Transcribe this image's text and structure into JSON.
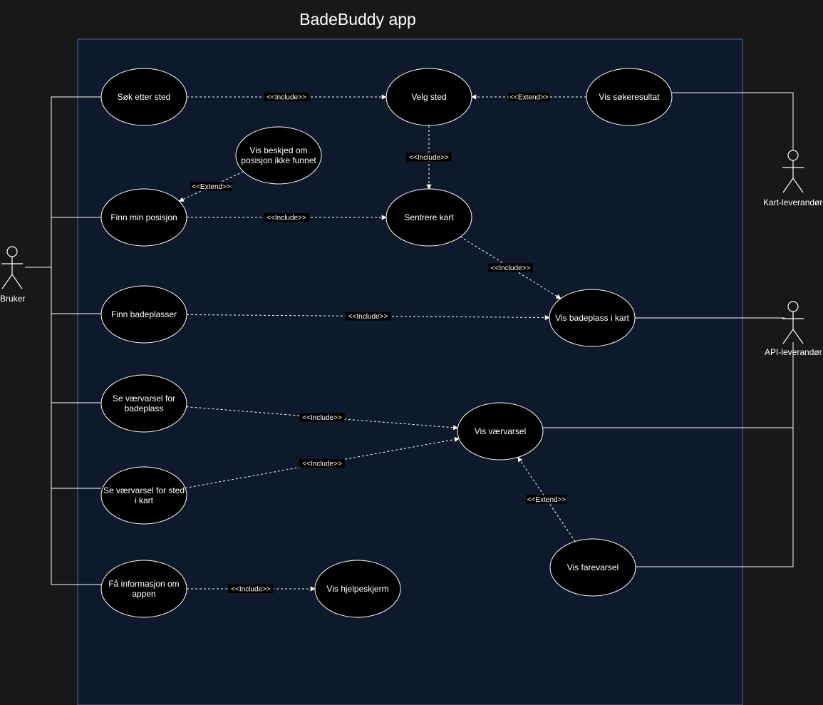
{
  "title": "BadeBuddy app",
  "colors": {
    "background": "#181818",
    "system_boundary_fill": "#0e1a2b",
    "system_boundary_stroke": "#4a6ea0",
    "use_case_fill": "#000000",
    "line": "#ffffff"
  },
  "actors": [
    {
      "id": "bruker",
      "label": "Bruker"
    },
    {
      "id": "kart",
      "label": "Kart-leverandør"
    },
    {
      "id": "api",
      "label": "API-leverandør"
    }
  ],
  "use_cases": [
    {
      "id": "sok",
      "lines": [
        "Søk etter sted"
      ]
    },
    {
      "id": "velg",
      "lines": [
        "Velg sted"
      ]
    },
    {
      "id": "vissok",
      "lines": [
        "Vis søkeresultat"
      ]
    },
    {
      "id": "beskjed",
      "lines": [
        "Vis beskjed om",
        "posisjon ikke funnet"
      ]
    },
    {
      "id": "finnpos",
      "lines": [
        "Finn min posisjon"
      ]
    },
    {
      "id": "sentrere",
      "lines": [
        "Sentrere kart"
      ]
    },
    {
      "id": "finnbade",
      "lines": [
        "Finn badeplasser"
      ]
    },
    {
      "id": "visbade",
      "lines": [
        "Vis badeplass i kart"
      ]
    },
    {
      "id": "sevaer",
      "lines": [
        "Se værvarsel for",
        "badeplass"
      ]
    },
    {
      "id": "visvaer",
      "lines": [
        "Vis værvarsel"
      ]
    },
    {
      "id": "sevaersted",
      "lines": [
        "Se værvarsel for sted",
        "i kart"
      ]
    },
    {
      "id": "visfare",
      "lines": [
        "Vis farevarsel"
      ]
    },
    {
      "id": "info",
      "lines": [
        "Få informasjon om",
        "appen"
      ]
    },
    {
      "id": "hjelp",
      "lines": [
        "Vis hjelpeskjerm"
      ]
    }
  ],
  "relations": [
    {
      "from": "sok",
      "to": "velg",
      "label": "<<Include>>"
    },
    {
      "from": "vissok",
      "to": "velg",
      "label": "<<Extend>>"
    },
    {
      "from": "velg",
      "to": "sentrere",
      "label": "<<Include>>"
    },
    {
      "from": "beskjed",
      "to": "finnpos",
      "label": "<<Extend>>"
    },
    {
      "from": "finnpos",
      "to": "sentrere",
      "label": "<<Include>>"
    },
    {
      "from": "sentrere",
      "to": "visbade",
      "label": "<<Include>>"
    },
    {
      "from": "finnbade",
      "to": "visbade",
      "label": "<<Include>>"
    },
    {
      "from": "sevaer",
      "to": "visvaer",
      "label": "<<Include>>"
    },
    {
      "from": "sevaersted",
      "to": "visvaer",
      "label": "<<Include>>"
    },
    {
      "from": "visfare",
      "to": "visvaer",
      "label": "<<Extend>>"
    },
    {
      "from": "info",
      "to": "hjelp",
      "label": "<<Include>>"
    }
  ]
}
